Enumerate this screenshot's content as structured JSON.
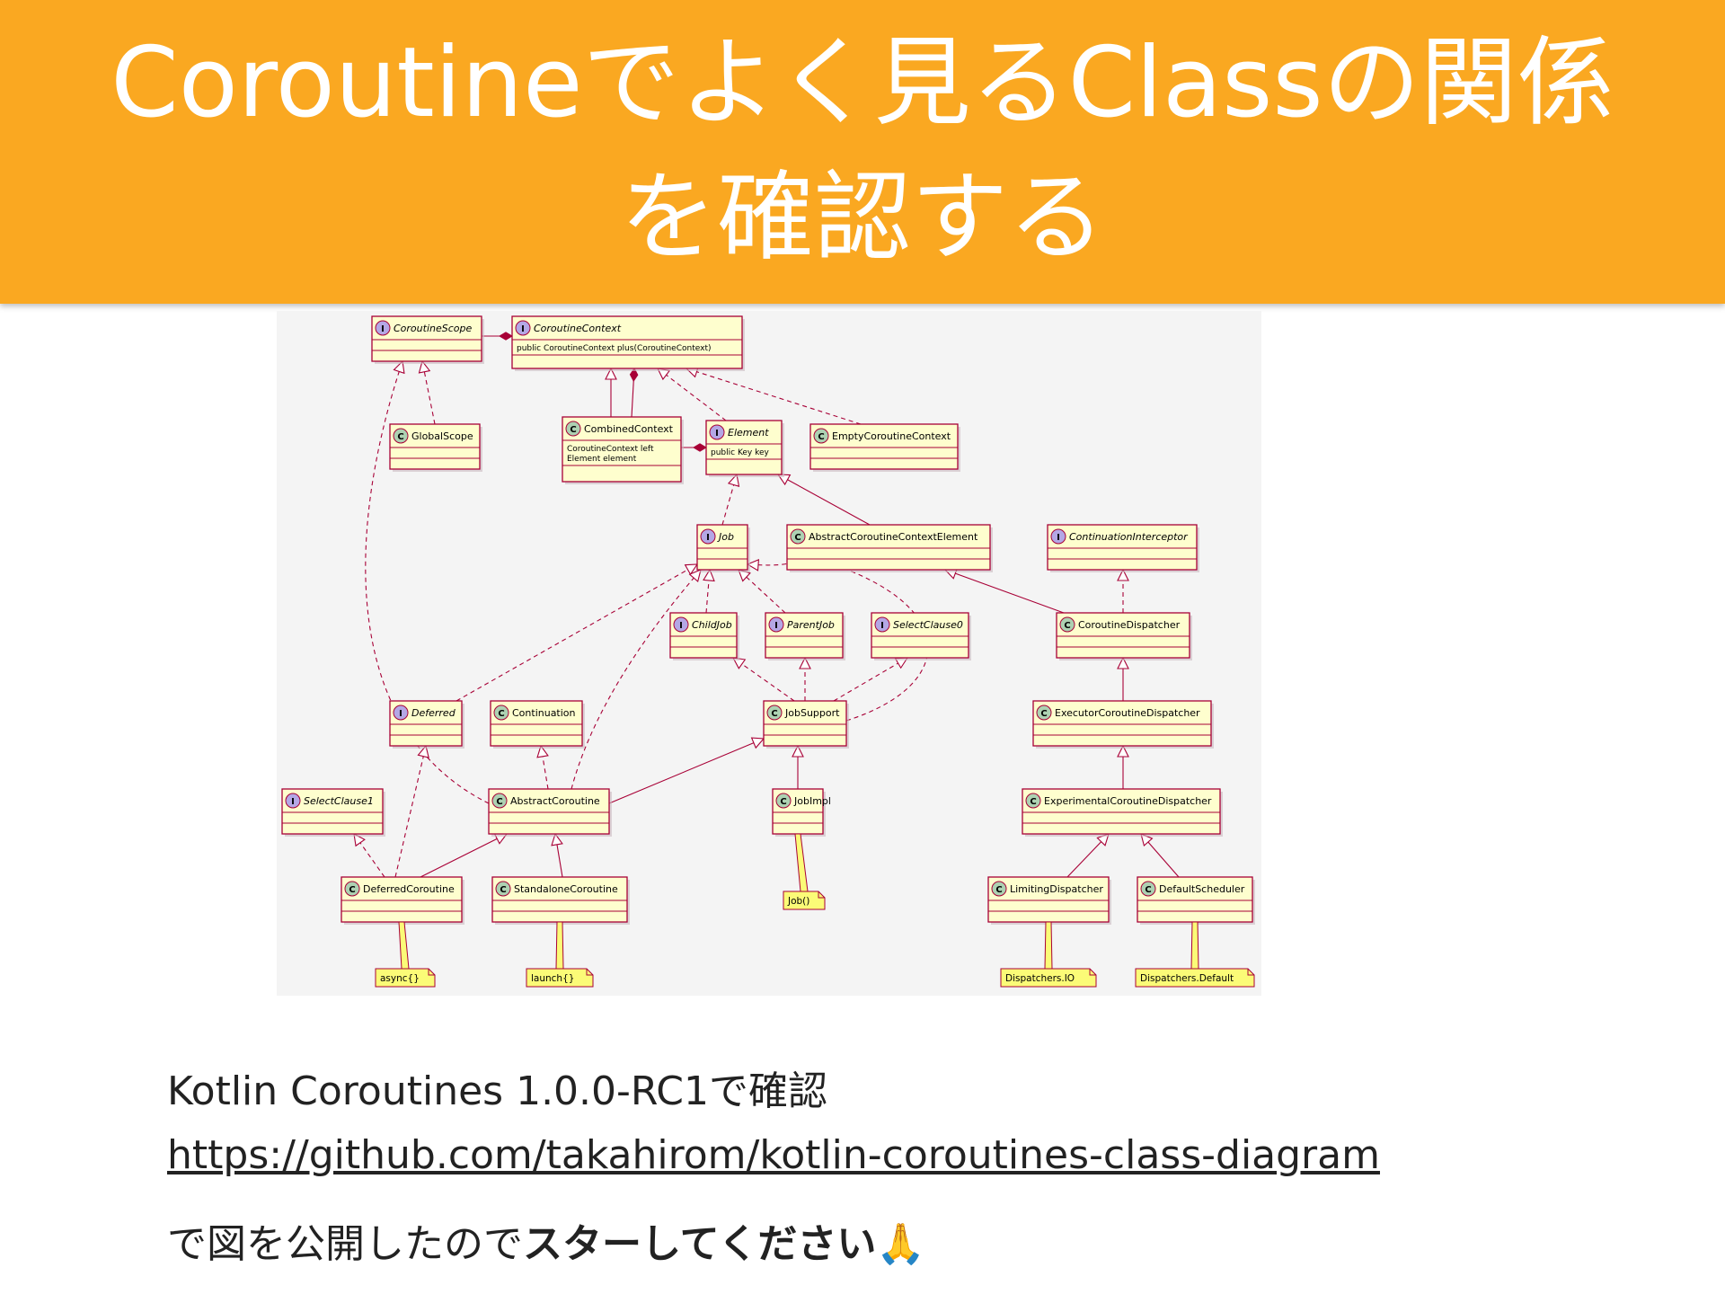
{
  "header": {
    "title_line1": "Coroutineでよく見るClassの関係",
    "title_line2": "を確認する"
  },
  "diagram": {
    "classes": [
      {
        "id": "CoroutineScope",
        "name": "CoroutineScope",
        "kind": "interface",
        "members": []
      },
      {
        "id": "CoroutineContext",
        "name": "CoroutineContext",
        "kind": "interface",
        "members": [
          "public CoroutineContext plus(CoroutineContext)"
        ]
      },
      {
        "id": "GlobalScope",
        "name": "GlobalScope",
        "kind": "class",
        "members": []
      },
      {
        "id": "CombinedContext",
        "name": "CombinedContext",
        "kind": "class",
        "members": [
          "CoroutineContext left",
          "Element element"
        ]
      },
      {
        "id": "Element",
        "name": "Element",
        "kind": "interface",
        "members": [
          "public Key key"
        ]
      },
      {
        "id": "EmptyCoroutineContext",
        "name": "EmptyCoroutineContext",
        "kind": "class",
        "members": []
      },
      {
        "id": "Job",
        "name": "Job",
        "kind": "interface",
        "members": []
      },
      {
        "id": "AbstractCoroutineContextElement",
        "name": "AbstractCoroutineContextElement",
        "kind": "class",
        "members": []
      },
      {
        "id": "ContinuationInterceptor",
        "name": "ContinuationInterceptor",
        "kind": "interface",
        "members": []
      },
      {
        "id": "ChildJob",
        "name": "ChildJob",
        "kind": "interface",
        "members": []
      },
      {
        "id": "ParentJob",
        "name": "ParentJob",
        "kind": "interface",
        "members": []
      },
      {
        "id": "SelectClause0",
        "name": "SelectClause0",
        "kind": "interface",
        "members": []
      },
      {
        "id": "CoroutineDispatcher",
        "name": "CoroutineDispatcher",
        "kind": "class",
        "members": []
      },
      {
        "id": "Deferred",
        "name": "Deferred",
        "kind": "interface",
        "members": []
      },
      {
        "id": "Continuation",
        "name": "Continuation",
        "kind": "class",
        "members": []
      },
      {
        "id": "JobSupport",
        "name": "JobSupport",
        "kind": "class",
        "members": []
      },
      {
        "id": "ExecutorCoroutineDispatcher",
        "name": "ExecutorCoroutineDispatcher",
        "kind": "class",
        "members": []
      },
      {
        "id": "SelectClause1",
        "name": "SelectClause1",
        "kind": "interface",
        "members": []
      },
      {
        "id": "AbstractCoroutine",
        "name": "AbstractCoroutine",
        "kind": "class",
        "members": []
      },
      {
        "id": "JobImpl",
        "name": "JobImpl",
        "kind": "class",
        "members": []
      },
      {
        "id": "ExperimentalCoroutineDispatcher",
        "name": "ExperimentalCoroutineDispatcher",
        "kind": "class",
        "members": []
      },
      {
        "id": "DeferredCoroutine",
        "name": "DeferredCoroutine",
        "kind": "class",
        "members": []
      },
      {
        "id": "StandaloneCoroutine",
        "name": "StandaloneCoroutine",
        "kind": "class",
        "members": []
      },
      {
        "id": "LimitingDispatcher",
        "name": "LimitingDispatcher",
        "kind": "class",
        "members": []
      },
      {
        "id": "DefaultScheduler",
        "name": "DefaultScheduler",
        "kind": "class",
        "members": []
      }
    ],
    "notes": [
      {
        "id": "n_async",
        "text": "async{}",
        "target": "DeferredCoroutine"
      },
      {
        "id": "n_launch",
        "text": "launch{}",
        "target": "StandaloneCoroutine"
      },
      {
        "id": "n_job",
        "text": "Job()",
        "target": "JobImpl"
      },
      {
        "id": "n_io",
        "text": "Dispatchers.IO",
        "target": "LimitingDispatcher"
      },
      {
        "id": "n_default",
        "text": "Dispatchers.Default",
        "target": "DefaultScheduler"
      }
    ],
    "edges": [
      {
        "from": "CoroutineScope",
        "to": "CoroutineContext",
        "type": "composition"
      },
      {
        "from": "GlobalScope",
        "to": "CoroutineScope",
        "type": "realization"
      },
      {
        "from": "AbstractCoroutine",
        "to": "CoroutineScope",
        "type": "realization"
      },
      {
        "from": "CombinedContext",
        "to": "CoroutineContext",
        "type": "inheritance"
      },
      {
        "from": "CombinedContext",
        "to": "CoroutineContext",
        "type": "composition"
      },
      {
        "from": "CombinedContext",
        "to": "Element",
        "type": "composition"
      },
      {
        "from": "Element",
        "to": "CoroutineContext",
        "type": "realization"
      },
      {
        "from": "EmptyCoroutineContext",
        "to": "CoroutineContext",
        "type": "realization"
      },
      {
        "from": "Job",
        "to": "Element",
        "type": "realization"
      },
      {
        "from": "AbstractCoroutineContextElement",
        "to": "Element",
        "type": "inheritance"
      },
      {
        "from": "ChildJob",
        "to": "Job",
        "type": "realization"
      },
      {
        "from": "ParentJob",
        "to": "Job",
        "type": "realization"
      },
      {
        "from": "Deferred",
        "to": "Job",
        "type": "realization"
      },
      {
        "from": "AbstractCoroutine",
        "to": "Job",
        "type": "realization"
      },
      {
        "from": "JobSupport",
        "to": "Job",
        "type": "realization"
      },
      {
        "from": "JobSupport",
        "to": "ChildJob",
        "type": "realization"
      },
      {
        "from": "JobSupport",
        "to": "ParentJob",
        "type": "realization"
      },
      {
        "from": "JobSupport",
        "to": "SelectClause0",
        "type": "realization"
      },
      {
        "from": "CoroutineDispatcher",
        "to": "AbstractCoroutineContextElement",
        "type": "inheritance"
      },
      {
        "from": "CoroutineDispatcher",
        "to": "ContinuationInterceptor",
        "type": "realization"
      },
      {
        "from": "ExecutorCoroutineDispatcher",
        "to": "CoroutineDispatcher",
        "type": "inheritance"
      },
      {
        "from": "ExperimentalCoroutineDispatcher",
        "to": "ExecutorCoroutineDispatcher",
        "type": "inheritance"
      },
      {
        "from": "AbstractCoroutine",
        "to": "Continuation",
        "type": "realization"
      },
      {
        "from": "AbstractCoroutine",
        "to": "JobSupport",
        "type": "inheritance"
      },
      {
        "from": "JobImpl",
        "to": "JobSupport",
        "type": "inheritance"
      },
      {
        "from": "DeferredCoroutine",
        "to": "SelectClause1",
        "type": "realization"
      },
      {
        "from": "DeferredCoroutine",
        "to": "Deferred",
        "type": "realization"
      },
      {
        "from": "DeferredCoroutine",
        "to": "AbstractCoroutine",
        "type": "inheritance"
      },
      {
        "from": "StandaloneCoroutine",
        "to": "AbstractCoroutine",
        "type": "inheritance"
      },
      {
        "from": "LimitingDispatcher",
        "to": "ExperimentalCoroutineDispatcher",
        "type": "inheritance"
      },
      {
        "from": "DefaultScheduler",
        "to": "ExperimentalCoroutineDispatcher",
        "type": "inheritance"
      }
    ]
  },
  "caption": {
    "line1": "Kotlin Coroutines 1.0.0-RC1で確認",
    "link": "https://github.com/takahirom/kotlin-coroutines-class-diagram",
    "line3_prefix": "で図を公開したので",
    "line3_bold": "スターしてください",
    "line3_emoji": "🙏"
  }
}
